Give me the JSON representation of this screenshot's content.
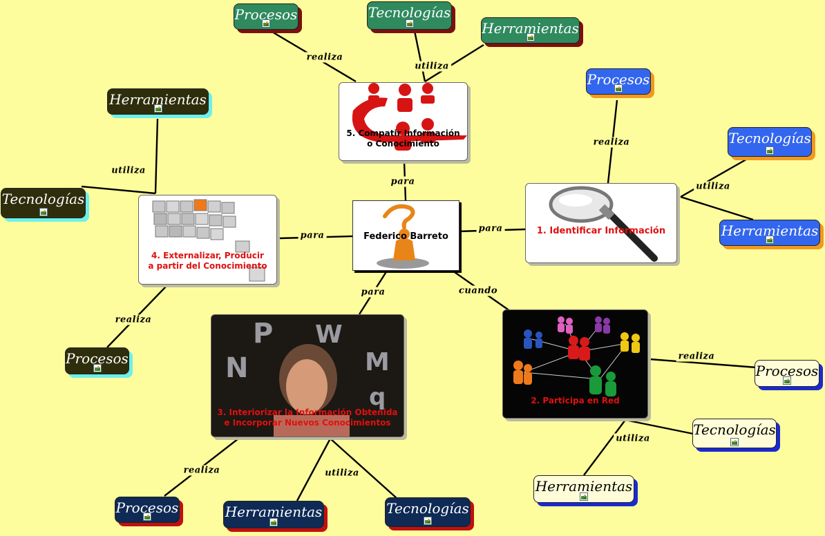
{
  "center": {
    "title": "Federico Barreto"
  },
  "topics": [
    {
      "id": "t5",
      "lines": [
        "5. Compatir Información",
        "o Conocimiento"
      ],
      "color": "#000000"
    },
    {
      "id": "t1",
      "lines": [
        "1. Identificar Información"
      ],
      "color": "#e01010"
    },
    {
      "id": "t4",
      "lines": [
        "4. Externalizar,  Producir",
        "a partir del Conocimiento"
      ],
      "color": "#e01010"
    },
    {
      "id": "t3",
      "lines": [
        "3. Interiorizar la Información Obtenida",
        "e Incorporar Nuevos Conocimientos"
      ],
      "color": "#e01010"
    },
    {
      "id": "t2",
      "lines": [
        "2. Participa en Red"
      ],
      "color": "#e01010"
    }
  ],
  "links": [
    "para",
    "para",
    "para",
    "para",
    "cuando",
    "realiza",
    "utiliza",
    "realiza",
    "utiliza",
    "utiliza",
    "realiza",
    "realiza",
    "utiliza",
    "realiza",
    "utiliza"
  ],
  "leaves": [
    {
      "id": "g-proc",
      "label": "Procesos"
    },
    {
      "id": "g-tec",
      "label": "Tecnologías"
    },
    {
      "id": "g-her",
      "label": "Herramientas"
    },
    {
      "id": "b-proc",
      "label": "Procesos"
    },
    {
      "id": "b-tec",
      "label": "Tecnologías"
    },
    {
      "id": "b-her",
      "label": "Herramientas"
    },
    {
      "id": "o-her",
      "label": "Herramientas"
    },
    {
      "id": "o-tec",
      "label": "Tecnologías"
    },
    {
      "id": "o-proc",
      "label": "Procesos"
    },
    {
      "id": "n-proc",
      "label": "Procesos"
    },
    {
      "id": "n-her",
      "label": "Herramientas"
    },
    {
      "id": "n-tec",
      "label": "Tecnologías"
    },
    {
      "id": "c-proc",
      "label": "Procesos"
    },
    {
      "id": "c-tec",
      "label": "Tecnologías"
    },
    {
      "id": "c-her",
      "label": "Herramientas"
    }
  ],
  "colors": {
    "background": "#fefd9d",
    "green": "#2f8a5e",
    "olive": "#2e2e0c",
    "blue": "#3366ee",
    "navy": "#0e2a55",
    "cream": "#fffdd8",
    "topic_text": "#e01010"
  },
  "icons": [
    "image-placeholder-icon",
    "people-logo-icon",
    "question-person-icon",
    "magnifier-icon",
    "cubes-icon",
    "girl-letters-photo",
    "network-people-icon"
  ]
}
